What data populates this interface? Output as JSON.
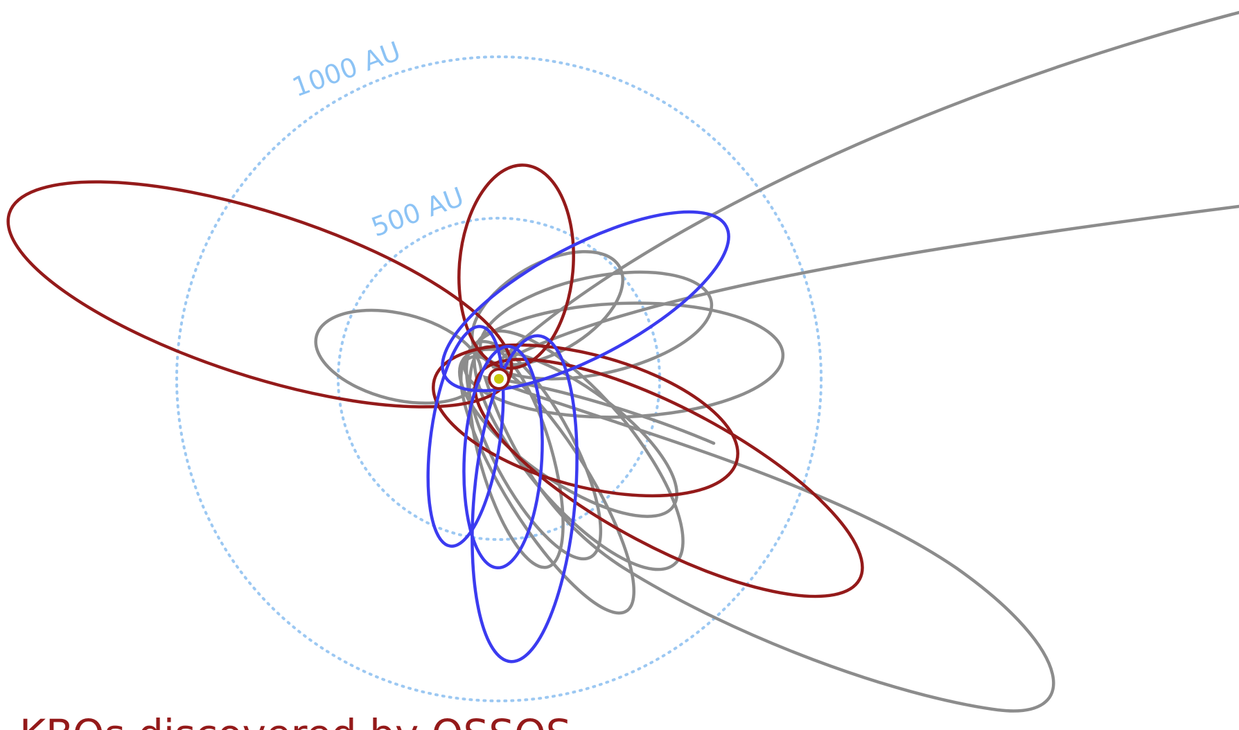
{
  "diagram": {
    "scale_rings": [
      {
        "label": "500 AU"
      },
      {
        "label": "1000 AU"
      }
    ],
    "caption": "KBOs discovered by OSSOS",
    "colors": {
      "ring": "#9cc8f2",
      "ring_label": "#8cc3f5",
      "orbit_grey": "#8c8c8c",
      "orbit_red": "#941a1a",
      "orbit_blue": "#3b3bf0",
      "caption": "#941a1a",
      "sun_fill": "#c8c80a",
      "sun_ring": "#ffffff"
    },
    "orbit_groups": [
      {
        "color": "grey"
      },
      {
        "color": "red"
      },
      {
        "color": "blue"
      }
    ]
  }
}
